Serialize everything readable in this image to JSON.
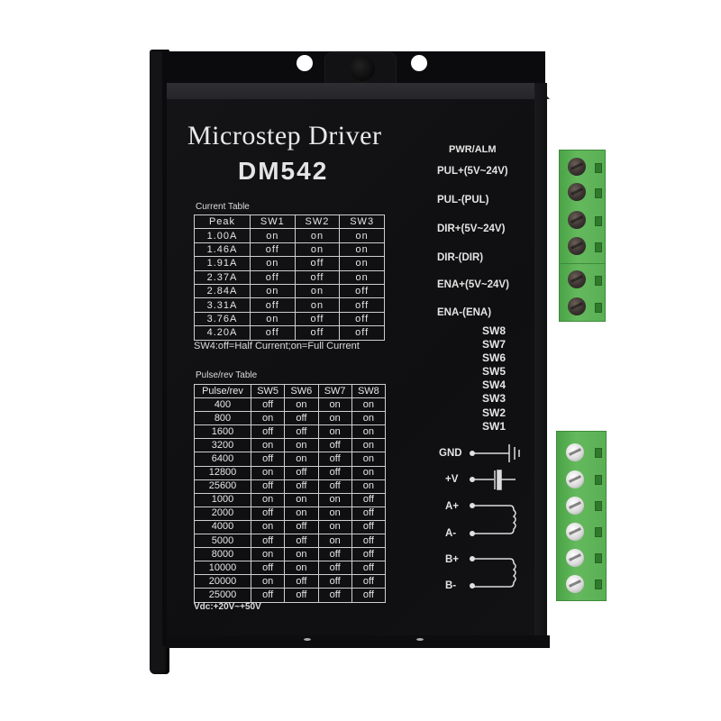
{
  "device": {
    "title": "Microstep Driver",
    "model": "DM542",
    "supply_voltage": "Vdc:+20V~+50V"
  },
  "current_table": {
    "caption": "Current Table",
    "headers": [
      "Peak",
      "SW1",
      "SW2",
      "SW3"
    ],
    "rows": [
      [
        "1.00A",
        "on",
        "on",
        "on"
      ],
      [
        "1.46A",
        "off",
        "on",
        "on"
      ],
      [
        "1.91A",
        "on",
        "off",
        "on"
      ],
      [
        "2.37A",
        "off",
        "off",
        "on"
      ],
      [
        "2.84A",
        "on",
        "on",
        "off"
      ],
      [
        "3.31A",
        "off",
        "on",
        "off"
      ],
      [
        "3.76A",
        "on",
        "off",
        "off"
      ],
      [
        "4.20A",
        "off",
        "off",
        "off"
      ]
    ],
    "note": "SW4:off=Half Current;on=Full Current"
  },
  "pulse_table": {
    "caption": "Pulse/rev Table",
    "headers": [
      "Pulse/rev",
      "SW5",
      "SW6",
      "SW7",
      "SW8"
    ],
    "rows": [
      [
        "400",
        "off",
        "on",
        "on",
        "on"
      ],
      [
        "800",
        "on",
        "off",
        "on",
        "on"
      ],
      [
        "1600",
        "off",
        "off",
        "on",
        "on"
      ],
      [
        "3200",
        "on",
        "on",
        "off",
        "on"
      ],
      [
        "6400",
        "off",
        "on",
        "off",
        "on"
      ],
      [
        "12800",
        "on",
        "off",
        "off",
        "on"
      ],
      [
        "25600",
        "off",
        "off",
        "off",
        "on"
      ],
      [
        "1000",
        "on",
        "on",
        "on",
        "off"
      ],
      [
        "2000",
        "off",
        "on",
        "on",
        "off"
      ],
      [
        "4000",
        "on",
        "off",
        "on",
        "off"
      ],
      [
        "5000",
        "off",
        "off",
        "on",
        "off"
      ],
      [
        "8000",
        "on",
        "on",
        "off",
        "off"
      ],
      [
        "10000",
        "off",
        "on",
        "off",
        "off"
      ],
      [
        "20000",
        "on",
        "off",
        "off",
        "off"
      ],
      [
        "25000",
        "off",
        "off",
        "off",
        "off"
      ]
    ]
  },
  "signal_labels": {
    "pwr_alm": "PWR/ALM",
    "items": [
      "PUL+(5V~24V)",
      "PUL-(PUL)",
      "DIR+(5V~24V)",
      "DIR-(DIR)",
      "ENA+(5V~24V)",
      "ENA-(ENA)"
    ]
  },
  "dip_switches": [
    "SW8",
    "SW7",
    "SW6",
    "SW5",
    "SW4",
    "SW3",
    "SW2",
    "SW1"
  ],
  "power_motor_labels": [
    "GND",
    "+V",
    "A+",
    "A-",
    "B+",
    "B-"
  ],
  "colors": {
    "body": "#0f0f11",
    "text": "#e6e6e6",
    "terminal_green": "#5cb255"
  }
}
